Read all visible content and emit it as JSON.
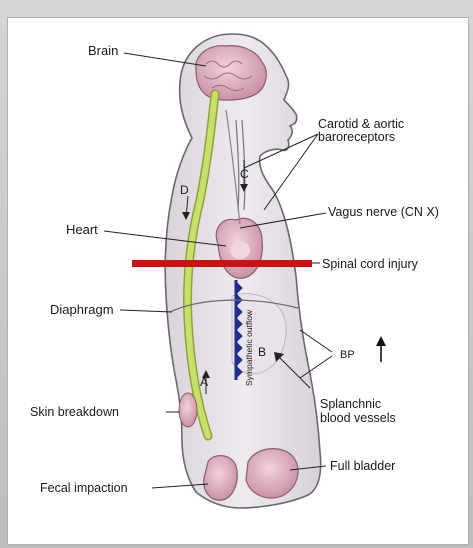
{
  "labels": {
    "brain": "Brain",
    "baroreceptors_line1": "Carotid & aortic",
    "baroreceptors_line2": "baroreceptors",
    "vagus": "Vagus nerve (CN X)",
    "heart": "Heart",
    "spinal_injury": "Spinal cord injury",
    "diaphragm": "Diaphragm",
    "sympathetic": "Sympathetic outflow",
    "bp": "BP",
    "skin": "Skin breakdown",
    "splanchnic_line1": "Splanchnic",
    "splanchnic_line2": "blood vessels",
    "fecal": "Fecal impaction",
    "bladder": "Full bladder",
    "letter_a": "A",
    "letter_b": "B",
    "letter_c": "C",
    "letter_d": "D"
  },
  "colors": {
    "body_fill": "#e6e2e6",
    "body_stroke": "#6d6670",
    "organ_fill": "#d9a9b8",
    "organ_stroke": "#8a5e6d",
    "spinal_cord": "#c8e06a",
    "injury_bar": "#cc1111",
    "outflow_blue": "#1f2f8f"
  }
}
